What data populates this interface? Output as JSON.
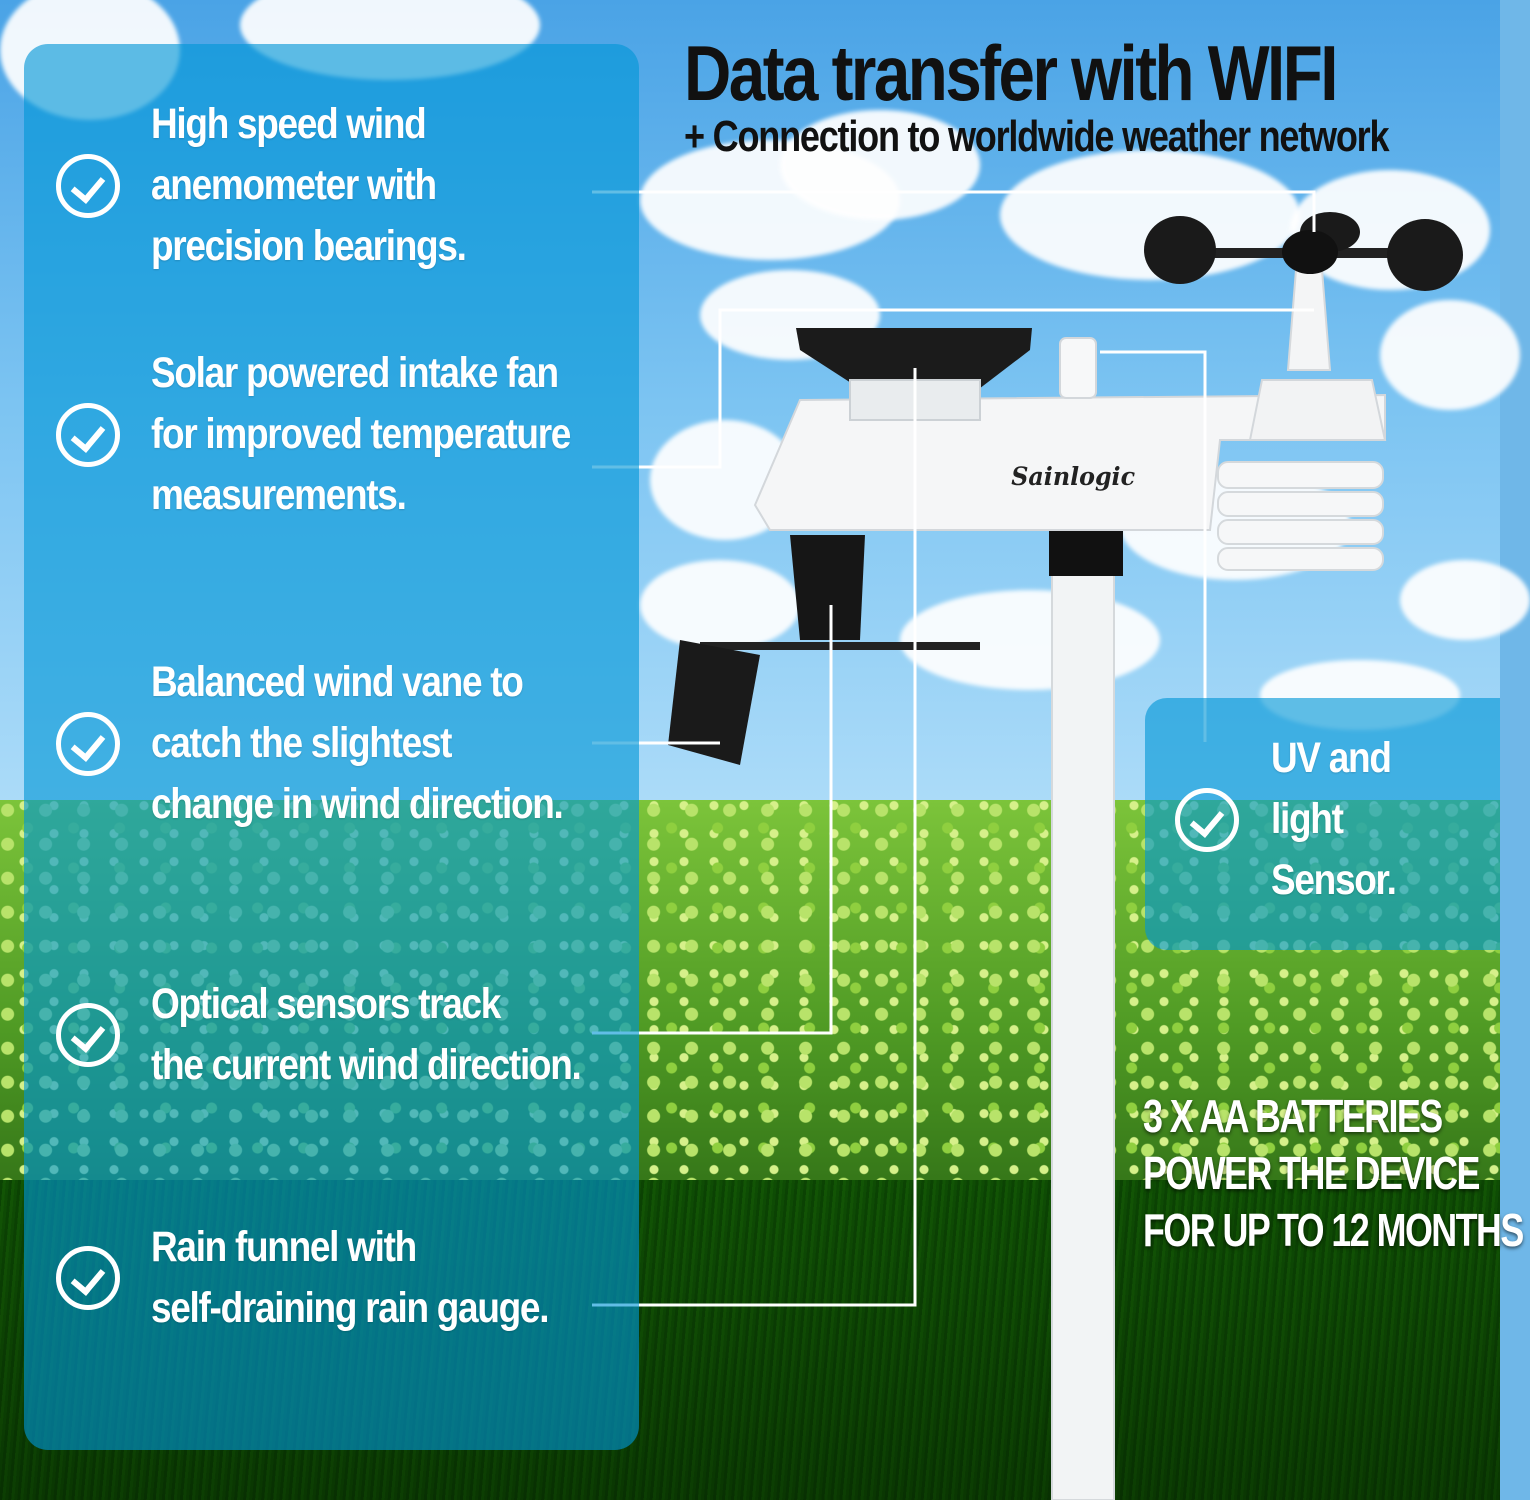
{
  "headline": "Data transfer with WIFI",
  "subheadline": "+ Connection to worldwide weather network",
  "brand": "Sainlogic",
  "features": [
    {
      "lines": [
        "High speed wind",
        "anemometer with",
        "precision bearings."
      ],
      "icon": "check-circle-icon"
    },
    {
      "lines": [
        "Solar powered intake fan",
        "for improved temperature",
        "measurements."
      ],
      "icon": "check-circle-icon"
    },
    {
      "lines": [
        "Balanced wind vane to",
        "catch the slightest",
        "change in wind direction."
      ],
      "icon": "check-circle-icon"
    },
    {
      "lines": [
        "Optical sensors track",
        "the current wind direction."
      ],
      "icon": "check-circle-icon"
    },
    {
      "lines": [
        "Rain funnel with",
        "self-draining rain gauge."
      ],
      "icon": "check-circle-icon"
    }
  ],
  "uv_sensor": {
    "lines": [
      "UV and",
      "light",
      "Sensor."
    ],
    "icon": "check-circle-icon"
  },
  "battery": {
    "lines": [
      "3 X AA BATTERIES",
      "POWER THE DEVICE",
      "FOR UP TO 12 MONTHS"
    ]
  },
  "colors": {
    "panel": "#0096d7",
    "headline": "#111111",
    "text": "#ffffff"
  }
}
